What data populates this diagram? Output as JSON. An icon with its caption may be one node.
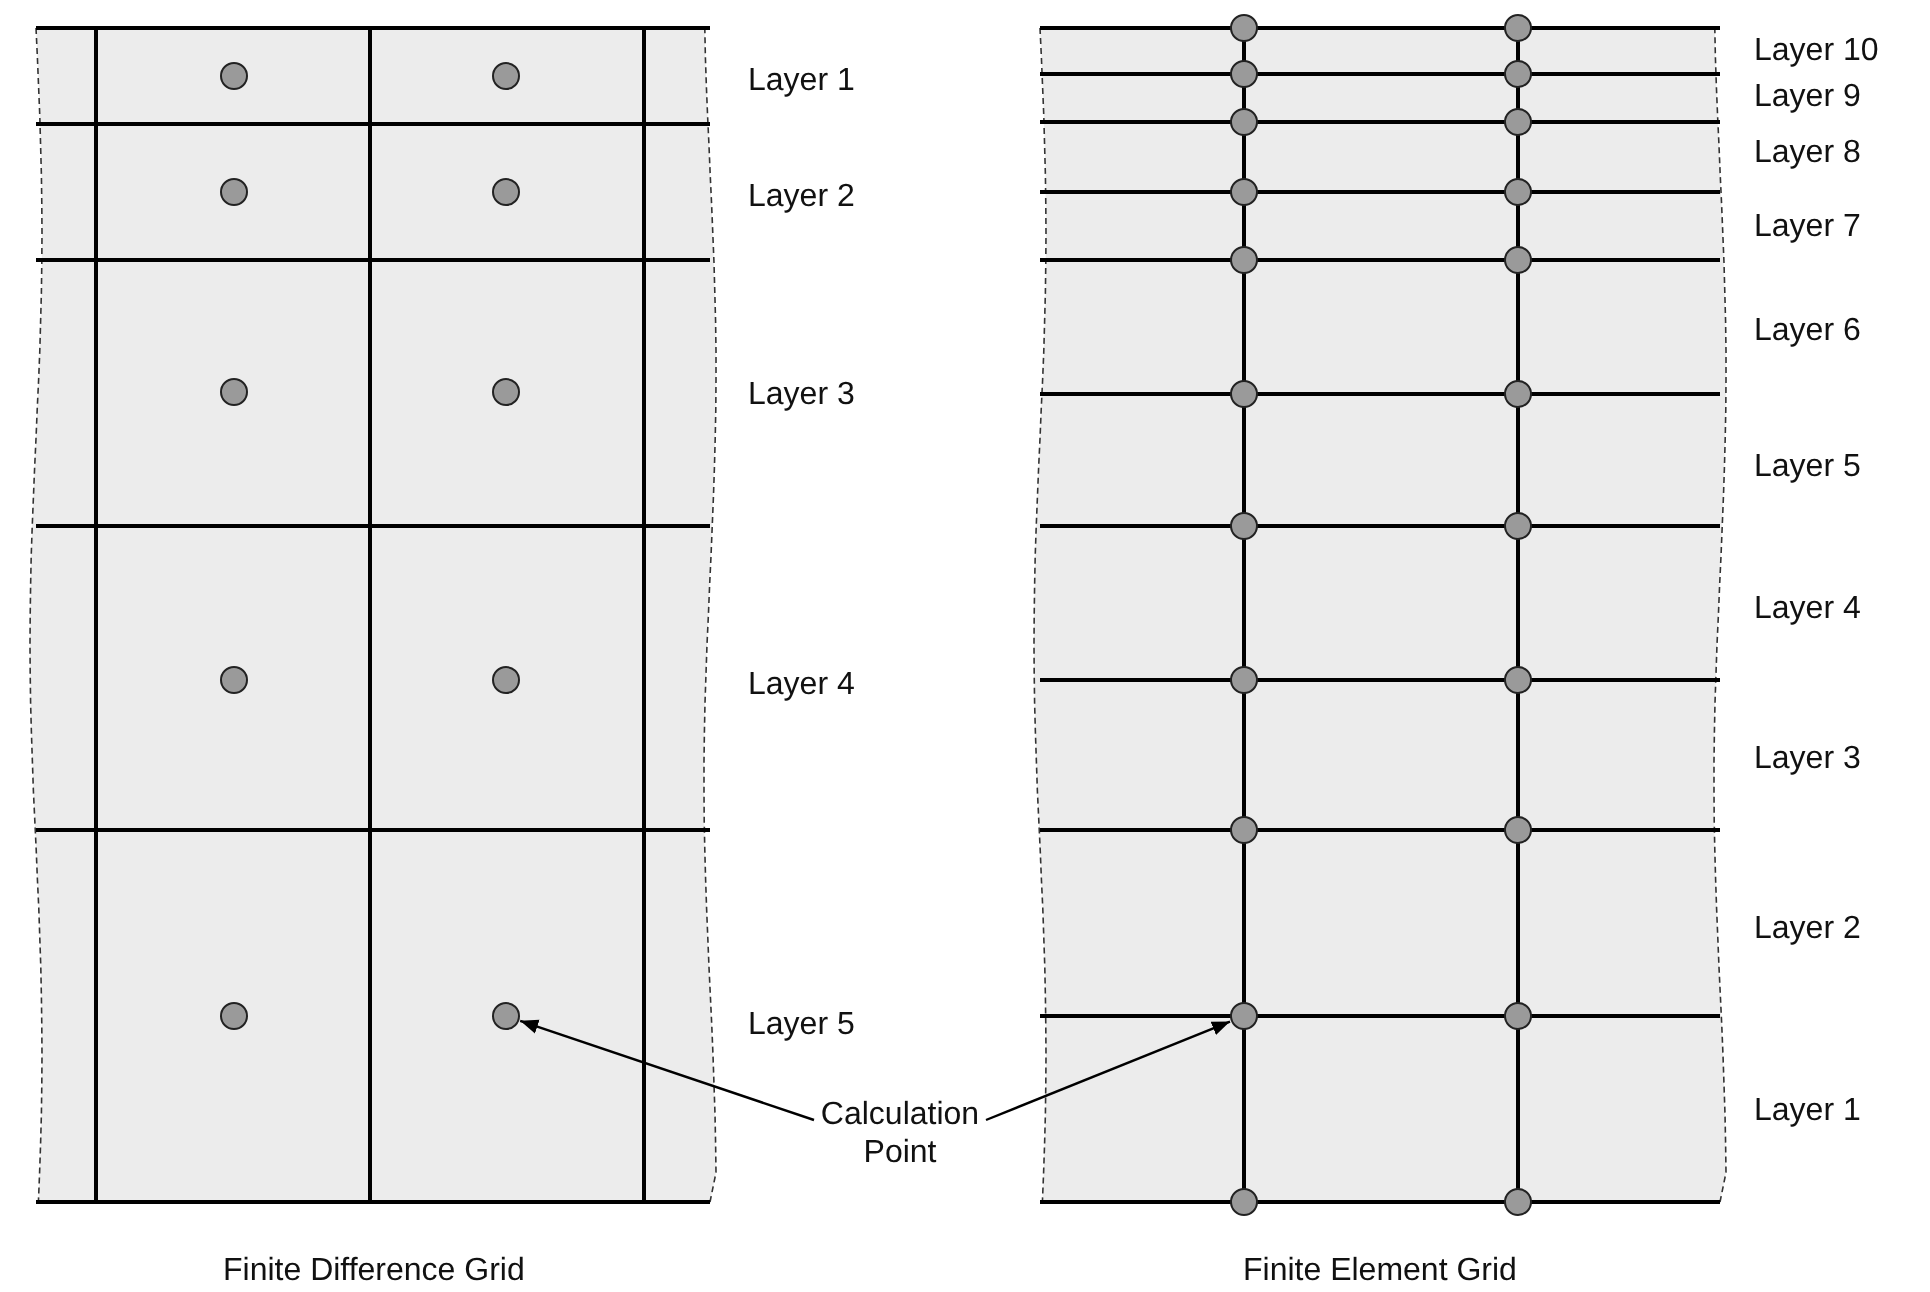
{
  "diagram": {
    "nodes": [
      {
        "text": [
          "Calculation Point"
        ]
      },
      {
        "text": [],
        "shape": "circle"
      },
      {
        "text": [],
        "shape": "circle"
      }
    ],
    "edges": [
      {
        "from": 0,
        "to": 1,
        "arrow": "to"
      },
      {
        "from": 0,
        "to": 2,
        "arrow": "to"
      }
    ],
    "labels": [
      "Layer 1",
      "Layer 2",
      "Layer 3",
      "Layer 4",
      "Layer 5",
      "Layer 10",
      "Layer 9",
      "Layer 8",
      "Layer 7",
      "Layer 6",
      "Layer 5",
      "Layer 4",
      "Layer 3",
      "Layer 2",
      "Layer 1",
      "Finite Difference Grid",
      "Finite Element Grid"
    ]
  }
}
